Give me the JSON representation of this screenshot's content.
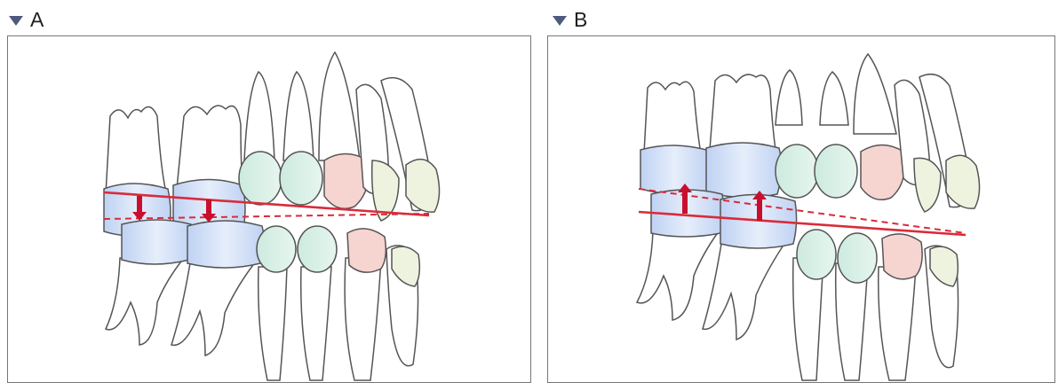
{
  "panels": [
    {
      "label": "A",
      "arrow_direction": "down"
    },
    {
      "label": "B",
      "arrow_direction": "up"
    }
  ],
  "colors": {
    "enamel_outline": "#4a4a4a",
    "tooth_fill": "#ffffff",
    "molar_crown": "#c9d8f2",
    "premolar_crown": "#d8efe8",
    "canine_crown": "#f6d4d0",
    "incisor_crown": "#eef3df",
    "occlusal_line": "#d92b3a",
    "arrow_fill": "#c8102e"
  }
}
